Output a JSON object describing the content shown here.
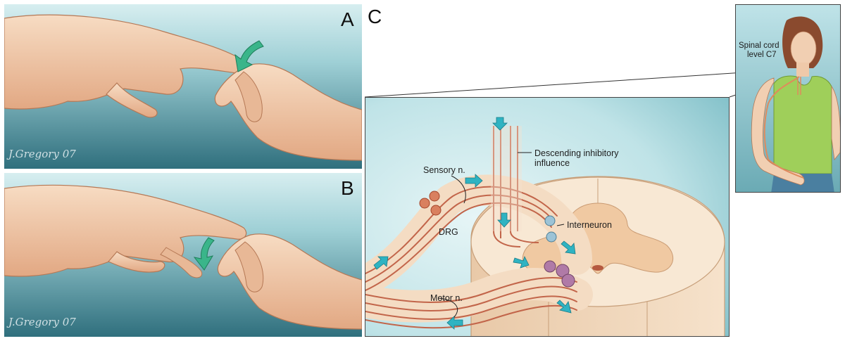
{
  "panels": {
    "a": {
      "letter": "A",
      "signature": "J.Gregory 07"
    },
    "b": {
      "letter": "B",
      "signature": "J.Gregory 07"
    },
    "c": {
      "letter": "C"
    }
  },
  "labels": {
    "spinal_level_line1": "Spinal cord",
    "spinal_level_line2": "level C7",
    "descending_line1": "Descending inhibitory",
    "descending_line2": "influence",
    "sensory": "Sensory n.",
    "drg": "DRG",
    "interneuron": "Interneuron",
    "motor": "Motor n."
  },
  "colors": {
    "teal_light": "#cfe9ec",
    "teal_dark": "#3f7d8a",
    "skin": "#f0c9a8",
    "nerve": "#c2654a",
    "arrow": "#2fb3c2",
    "green_arrow": "#3ab58a",
    "tank_top": "#9fcf5a"
  },
  "icons": [
    "curved-arrow-icon",
    "flow-arrow-icon"
  ]
}
